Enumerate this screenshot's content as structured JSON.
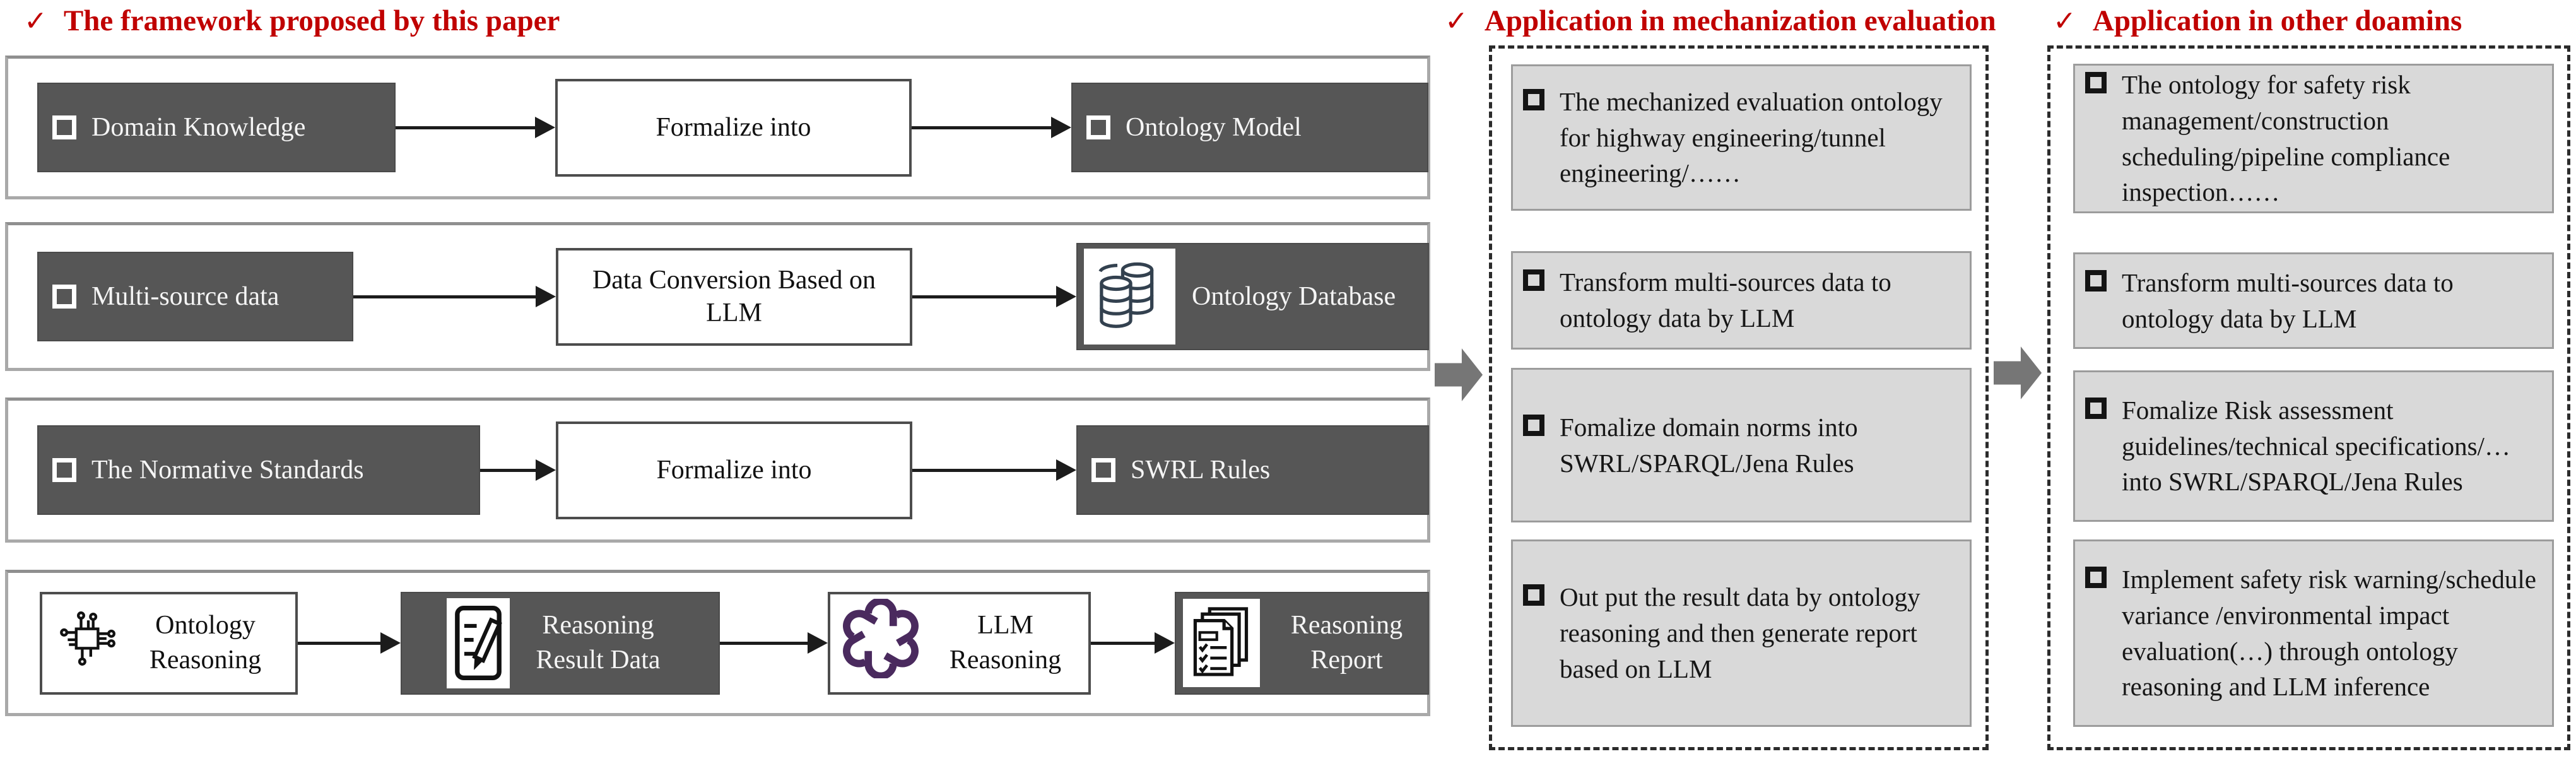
{
  "palette": {
    "header_red": "#c00000",
    "dark_box": "#565656",
    "light_box_bg": "#d9d9d9",
    "row_border": "#a9a9a9",
    "dashed_border": "#2b2b2b",
    "block_arrow": "#767676",
    "openai_purple": "#4a2a5e",
    "database_stroke": "#33414f"
  },
  "headers": {
    "check": "✓",
    "framework": "The framework proposed by this paper",
    "mechanization": "Application in mechanization evaluation",
    "other_domains": "Application in other doamins"
  },
  "framework": {
    "rows": [
      {
        "boxes": [
          {
            "label": "Domain Knowledge",
            "icon": "checkbox-icon"
          },
          {
            "label": "Formalize into"
          },
          {
            "label": "Ontology Model",
            "icon": "checkbox-icon"
          }
        ]
      },
      {
        "boxes": [
          {
            "label": "Multi-source data",
            "icon": "checkbox-icon"
          },
          {
            "label": "Data Conversion Based on LLM"
          },
          {
            "label": "Ontology Database",
            "icon": "database-icon"
          }
        ]
      },
      {
        "boxes": [
          {
            "label": "The Normative Standards",
            "icon": "checkbox-icon"
          },
          {
            "label": "Formalize into"
          },
          {
            "label": "SWRL Rules",
            "icon": "checkbox-icon"
          }
        ]
      },
      {
        "boxes": [
          {
            "label": "Ontology Reasoning",
            "icon": "chip-icon"
          },
          {
            "label": "Reasoning Result Data",
            "icon": "notepad-pencil-icon"
          },
          {
            "label": "LLM Reasoning",
            "icon": "openai-icon"
          },
          {
            "label": "Reasoning Report",
            "icon": "report-icon"
          }
        ]
      }
    ]
  },
  "mechanization": {
    "item_icon": "checkbox-icon",
    "items": [
      "The mechanized evaluation ontology for highway engineering/tunnel engineering/……",
      "Transform multi-sources data to ontology data by LLM",
      "Fomalize domain norms into SWRL/SPARQL/Jena Rules",
      "Out put the result data by ontology reasoning and then generate report based on LLM"
    ]
  },
  "other_domains": {
    "item_icon": "checkbox-icon",
    "items": [
      "The ontology for safety risk management/construction scheduling/pipeline compliance inspection……",
      "Transform multi-sources data to ontology data by LLM",
      "Fomalize Risk assessment guidelines/technical specifications/… into SWRL/SPARQL/Jena Rules",
      "Implement safety risk warning/schedule variance /environmental impact evaluation(…) through ontology reasoning and LLM inference"
    ]
  }
}
